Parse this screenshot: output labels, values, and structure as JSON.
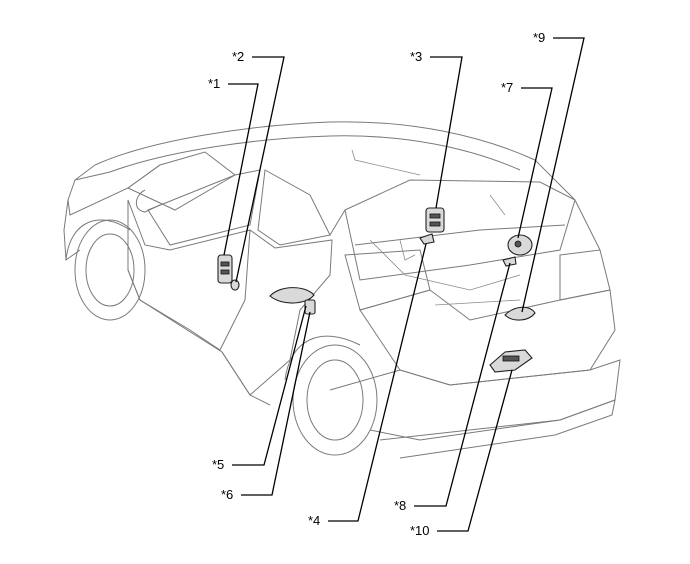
{
  "callouts": [
    {
      "id": "c1",
      "label": "*1"
    },
    {
      "id": "c2",
      "label": "*2"
    },
    {
      "id": "c3",
      "label": "*3"
    },
    {
      "id": "c4",
      "label": "*4"
    },
    {
      "id": "c5",
      "label": "*5"
    },
    {
      "id": "c6",
      "label": "*6"
    },
    {
      "id": "c7",
      "label": "*7"
    },
    {
      "id": "c8",
      "label": "*8"
    },
    {
      "id": "c9",
      "label": "*9"
    },
    {
      "id": "c10",
      "label": "*10"
    }
  ],
  "colors": {
    "outline": "#7a7a7a",
    "leader": "#000000",
    "part_fill": "#d9d9d9"
  }
}
